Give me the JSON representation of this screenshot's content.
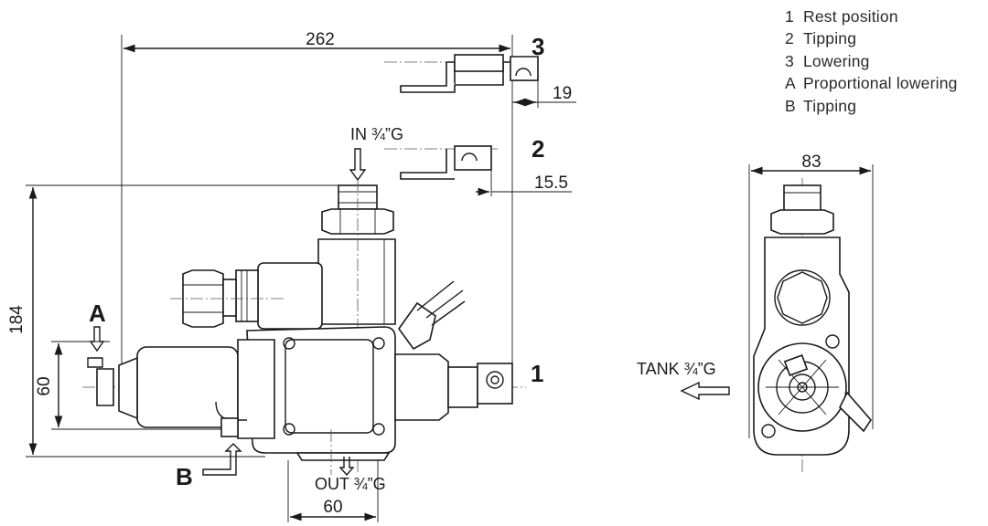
{
  "legend": [
    {
      "key": "1",
      "text": "Rest position"
    },
    {
      "key": "2",
      "text": "Tipping"
    },
    {
      "key": "3",
      "text": "Lowering"
    },
    {
      "key": "A",
      "text": "Proportional lowering"
    },
    {
      "key": "B",
      "text": "Tipping"
    }
  ],
  "dimensions": {
    "overall_width": "262",
    "pos3_offset": "19",
    "pos2_offset": "15.5",
    "height": "184",
    "lower_height": "60",
    "bottom_width": "60",
    "side_width": "83"
  },
  "position_labels": {
    "p1": "1",
    "p2": "2",
    "p3": "3",
    "a": "A",
    "b": "B"
  },
  "ports": {
    "in": "IN ¾”G",
    "out": "OUT ¾”G",
    "tank": "TANK ¾”G"
  },
  "colors": {
    "line": "#1a1a1a",
    "background": "#ffffff"
  }
}
